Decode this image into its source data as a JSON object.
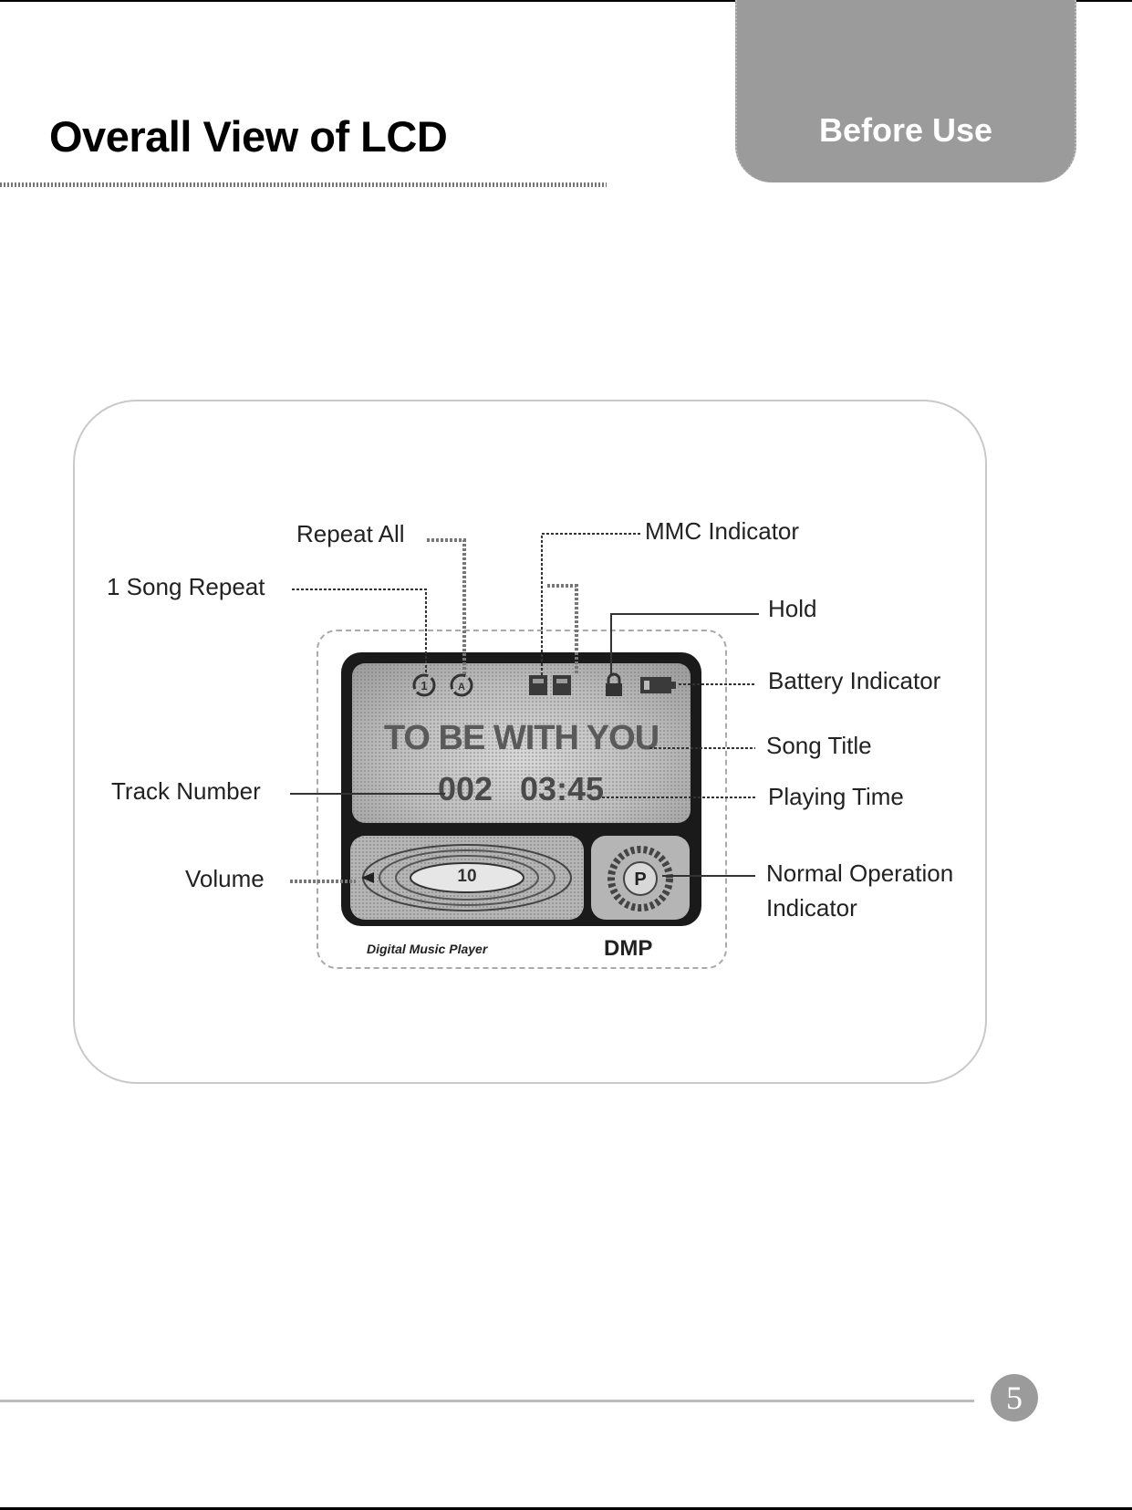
{
  "header": {
    "section_label": "Before Use",
    "title": "Overall View of LCD"
  },
  "figure": {
    "callouts": {
      "repeat_all": "Repeat All",
      "one_song_repeat": "1 Song Repeat",
      "mmc_indicator": "MMC Indicator",
      "hold": "Hold",
      "battery_indicator": "Battery Indicator",
      "song_title": "Song Title",
      "track_number": "Track Number",
      "playing_time": "Playing Time",
      "volume": "Volume",
      "normal_operation_line1": "Normal Operation",
      "normal_operation_line2": "Indicator"
    },
    "lcd": {
      "song_title": "TO BE WITH YOU",
      "track_number": "002",
      "playing_time": "03:45",
      "volume_value": "10"
    },
    "device": {
      "caption_left": "Digital Music Player",
      "caption_right": "DMP"
    }
  },
  "footer": {
    "page_number": "5"
  },
  "icons": [
    "repeat-one-icon",
    "repeat-all-icon",
    "mmc-icon",
    "hold-icon",
    "battery-icon",
    "play-status-icon"
  ]
}
